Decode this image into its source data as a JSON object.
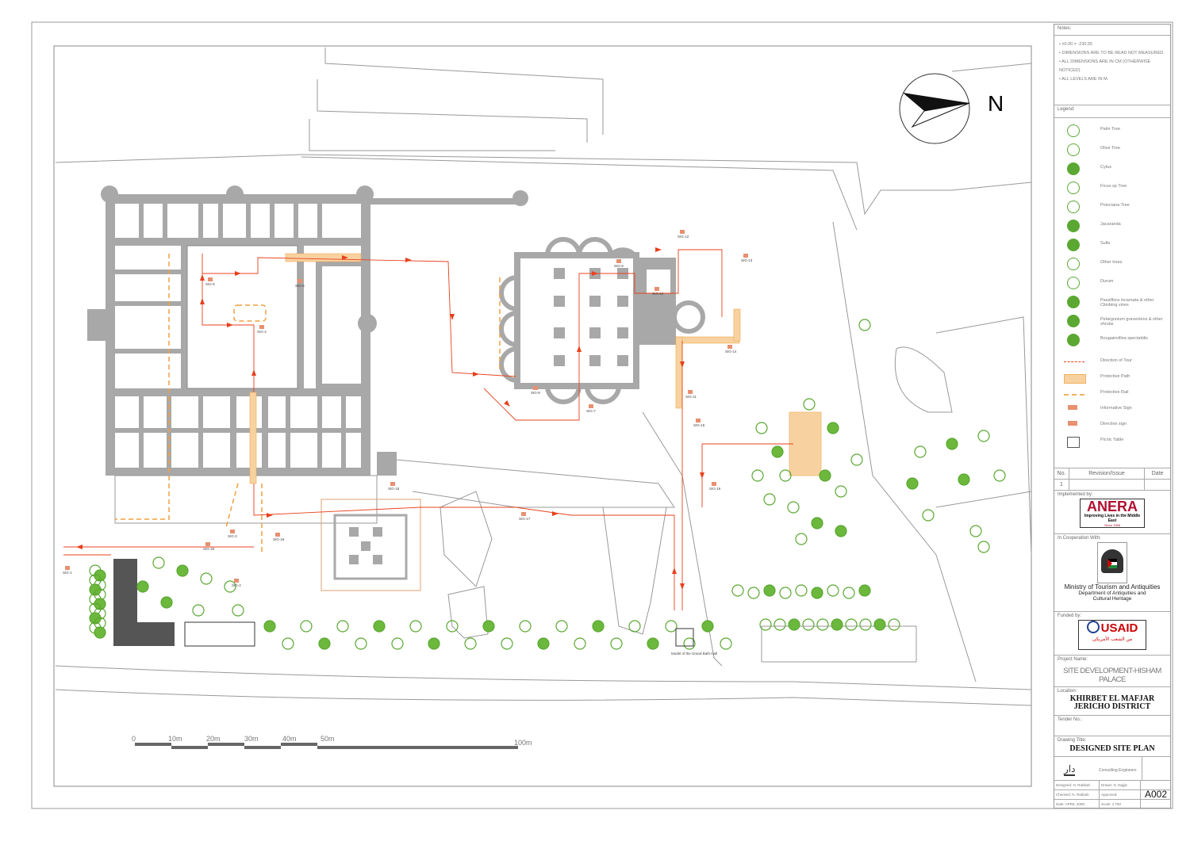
{
  "north_label": "N",
  "scale_bar": {
    "ticks": [
      "0",
      "10m",
      "20m",
      "30m",
      "40m",
      "50m",
      "100m"
    ]
  },
  "signs": [
    "SIG-1",
    "SIG-2",
    "SIG-3",
    "SIG-4",
    "SIG-5",
    "SIG-6",
    "SIG-7",
    "SIG-8",
    "SIG-9",
    "SIG-10",
    "SIG-11",
    "SIG-12",
    "SIG-13",
    "SIG-14",
    "SIG-15",
    "SIG-16",
    "SIG-17",
    "SIG-18",
    "SIG-19",
    "SIG-20"
  ],
  "annotation_bath": "Model of the Grand Bath Hall",
  "title_block": {
    "notes_header": "Notes:",
    "notes": [
      "±0.00 = -230.55",
      "DIMENSIONS ARE TO BE READ NOT MEASURED.",
      "ALL DIMENSIONS ARE IN CM (OTHERWISE NOTICED)",
      "ALL LEVELS ARE IN M."
    ],
    "legend_header": "Legend:",
    "legend": [
      {
        "label": "Palm Tree",
        "icon": "palm-tree"
      },
      {
        "label": "Olive Tree",
        "icon": "olive-tree"
      },
      {
        "label": "Cytus",
        "icon": "cytus"
      },
      {
        "label": "Ficus-sp Tree",
        "icon": "ficus-tree"
      },
      {
        "label": "Poinciana Tree",
        "icon": "poinciana-tree"
      },
      {
        "label": "Jacaranda",
        "icon": "jacaranda"
      },
      {
        "label": "Sulla",
        "icon": "sulla"
      },
      {
        "label": "Other trees",
        "icon": "other-trees"
      },
      {
        "label": "Durum",
        "icon": "durum"
      },
      {
        "label": "Passiflora incarnata & other Climbing vines",
        "icon": "climbing-vine"
      },
      {
        "label": "Pelargonium graveolens & other shrubs",
        "icon": "shrub"
      },
      {
        "label": "Bougainvillea spectabilis",
        "icon": "bougainvillea"
      },
      {
        "label": "Direction of Tour",
        "icon": "tour-arrow"
      },
      {
        "label": "Protective Path",
        "icon": "protective-path"
      },
      {
        "label": "Protective Rail",
        "icon": "protective-rail"
      },
      {
        "label": "Informative Sign",
        "icon": "informative-sign"
      },
      {
        "label": "Directive sign",
        "icon": "directive-sign"
      },
      {
        "label": "Picnic Table",
        "icon": "picnic-table"
      }
    ],
    "revision_headers": [
      "No.",
      "Revision/Issue",
      "Date"
    ],
    "revision_rows": [
      [
        "1",
        "",
        ""
      ]
    ],
    "implemented_by_label": "Implemented by:",
    "anera": {
      "name": "ANERA",
      "tagline": "Improving Lives in the Middle East",
      "since": "Since 1968"
    },
    "cooperation_label": "In Cooperation With:",
    "ministry": [
      "Ministry of Tourism and Antiquities",
      "Department of Antiquities and",
      "Cultural Heritage"
    ],
    "funded_by_label": "Funded by:",
    "usaid": {
      "name": "USAID",
      "arabic": "من الشعب الأمريكي"
    },
    "project_name_label": "Project Name:",
    "project_name": "SITE DEVELOPMENT-HISHAM PALACE",
    "location_label": "Location:",
    "location": [
      "KHIRBET EL MAFJAR",
      "JERICHO DISTRICT"
    ],
    "tender_label": "Tender No.:",
    "drawing_title_label": "Drawing Title:",
    "drawing_title": "DESIGNED SITE PLAN",
    "consultant": "Consulting Engineers",
    "designed": "Designed: N. Rabbah",
    "drawn": "Drawn: N. Najjar",
    "checked": "Checked: N. Rabbah",
    "approved": "Approved:",
    "date": "Date: APRIL 2008",
    "scale": "Scale: 1:750",
    "sheet_no": "A002"
  },
  "colors": {
    "ruins": "#a8a8a8",
    "tour": "#e8401c",
    "path": "#f0b060",
    "vegetation": "#5aa832",
    "line": "#888888"
  }
}
